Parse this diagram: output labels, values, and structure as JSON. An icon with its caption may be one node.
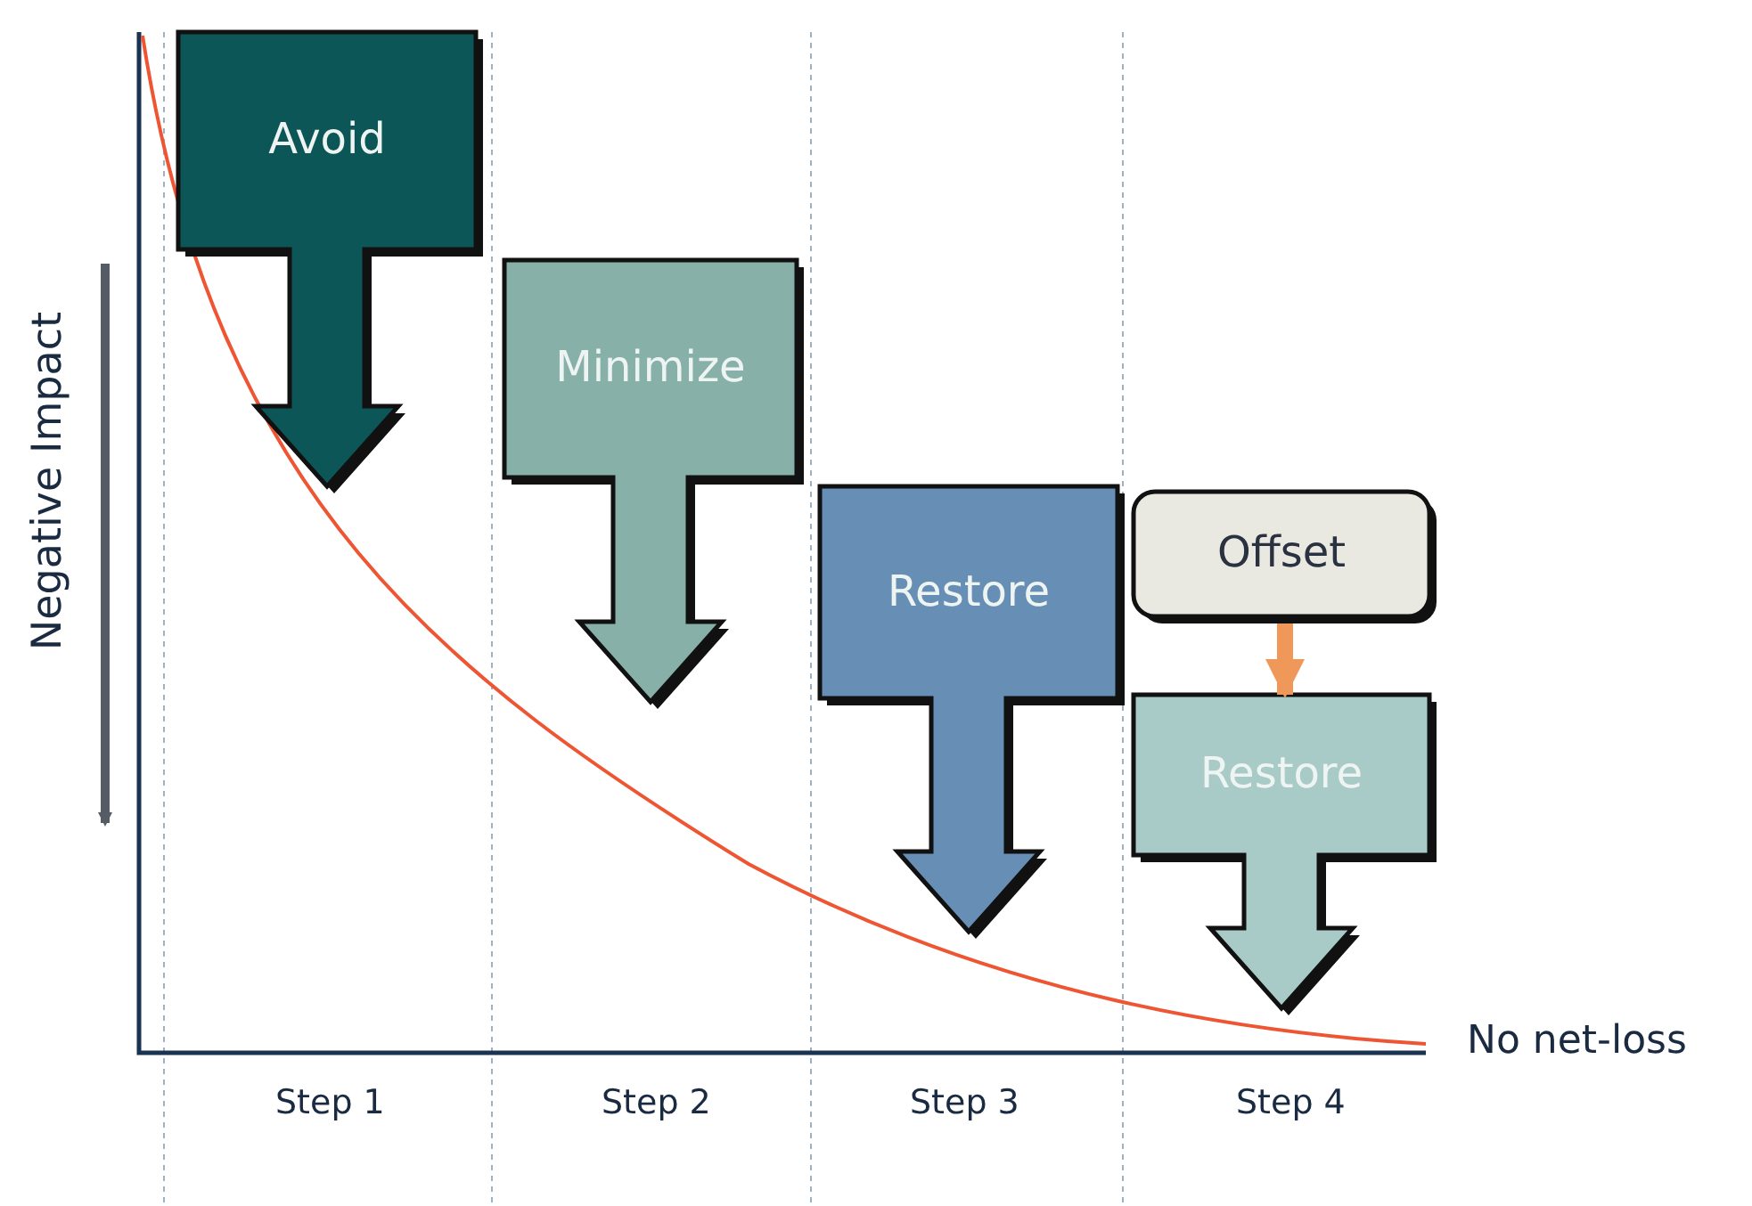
{
  "diagram": {
    "nodes": [
      {
        "text": [
          "Avoid"
        ]
      },
      {
        "text": [
          "Minimize"
        ]
      },
      {
        "text": [
          "Restore"
        ]
      },
      {
        "text": [
          "Offset"
        ]
      },
      {
        "text": [
          "Restore"
        ]
      }
    ],
    "edges": [
      {
        "from": 3,
        "to": 4,
        "arrow": "to",
        "color": "#f0975a"
      }
    ],
    "labels": [
      "Negative Impact",
      "No net-loss",
      "Step 1",
      "Step 2",
      "Step 3",
      "Step 4"
    ]
  }
}
